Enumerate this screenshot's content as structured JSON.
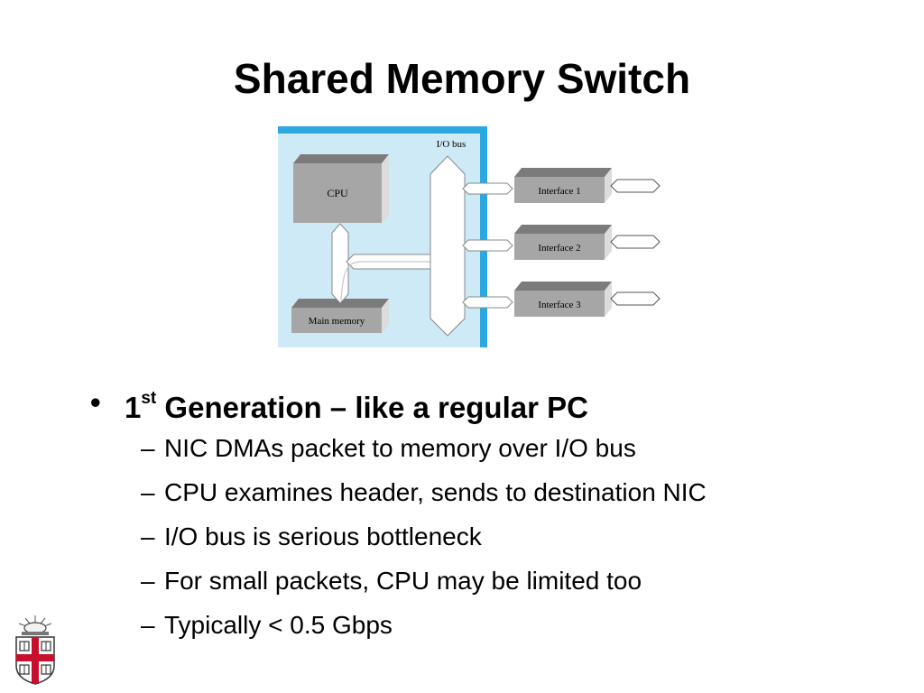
{
  "title": "Shared Memory Switch",
  "diagram": {
    "io_bus_label": "I/O bus",
    "cpu_label": "CPU",
    "main_memory_label": "Main memory",
    "interfaces": [
      "Interface 1",
      "Interface 2",
      "Interface 3"
    ]
  },
  "bullets": {
    "main": {
      "prefix": "1",
      "superscript": "st",
      "text": " Generation – like a regular PC"
    },
    "sub": [
      "NIC DMAs packet to memory over I/O bus",
      "CPU examines header, sends to destination NIC",
      "I/O bus is serious bottleneck",
      "For small packets,  CPU may be limited too",
      "Typically < 0.5 Gbps"
    ]
  },
  "colors": {
    "board": "#cdeaf6",
    "board_edge": "#2ba8e0",
    "box_front": "#a6a6a6",
    "box_top": "#7b7b7b",
    "box_side": "#dcdcdc"
  }
}
